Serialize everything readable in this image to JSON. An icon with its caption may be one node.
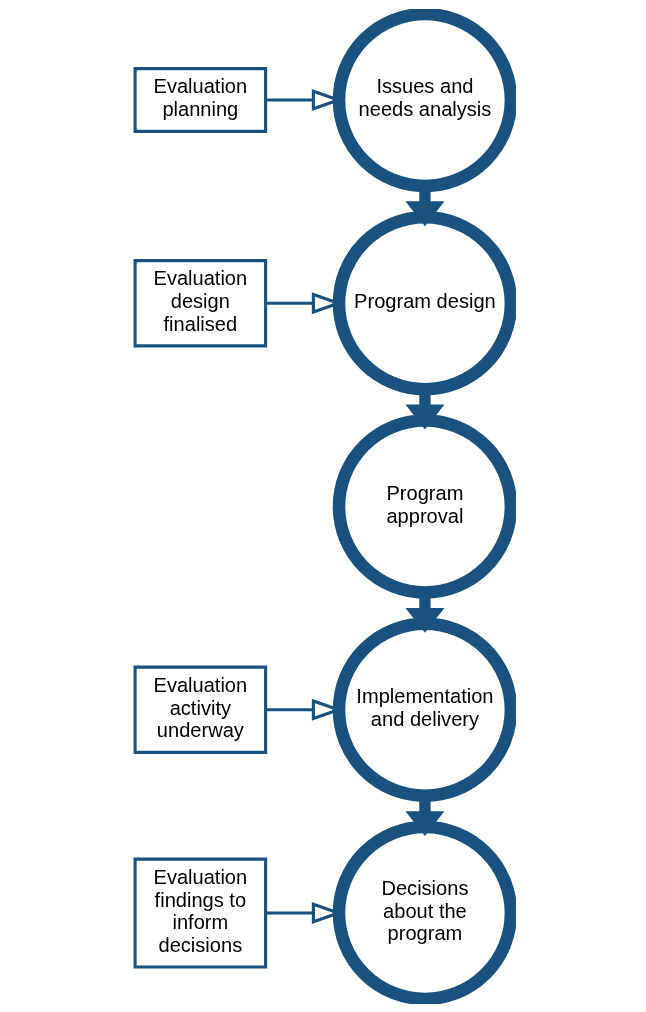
{
  "diagram": {
    "nodes": [
      {
        "text": [
          "Issues and needs analysis"
        ]
      },
      {
        "text": [
          "Program design"
        ]
      },
      {
        "text": [
          "Program approval"
        ]
      },
      {
        "text": [
          "Implementation and delivery"
        ]
      },
      {
        "text": [
          "Decisions about the program"
        ]
      },
      {
        "text": [
          "Evaluation planning"
        ]
      },
      {
        "text": [
          "Evaluation design finalised"
        ]
      },
      {
        "text": [
          "Evaluation activity underway"
        ]
      },
      {
        "text": [
          "Evaluation findings to inform decisions"
        ]
      }
    ],
    "edges": [
      {
        "from": 0,
        "to": 1,
        "arrow": "to",
        "style": "thick"
      },
      {
        "from": 1,
        "to": 2,
        "arrow": "to",
        "style": "thick"
      },
      {
        "from": 2,
        "to": 3,
        "arrow": "to",
        "style": "thick"
      },
      {
        "from": 3,
        "to": 4,
        "arrow": "to",
        "style": "thick"
      },
      {
        "from": 5,
        "to": 0,
        "arrow": "to"
      },
      {
        "from": 6,
        "to": 1,
        "arrow": "to"
      },
      {
        "from": 7,
        "to": 3,
        "arrow": "to"
      },
      {
        "from": 8,
        "to": 4,
        "arrow": "to"
      }
    ]
  }
}
